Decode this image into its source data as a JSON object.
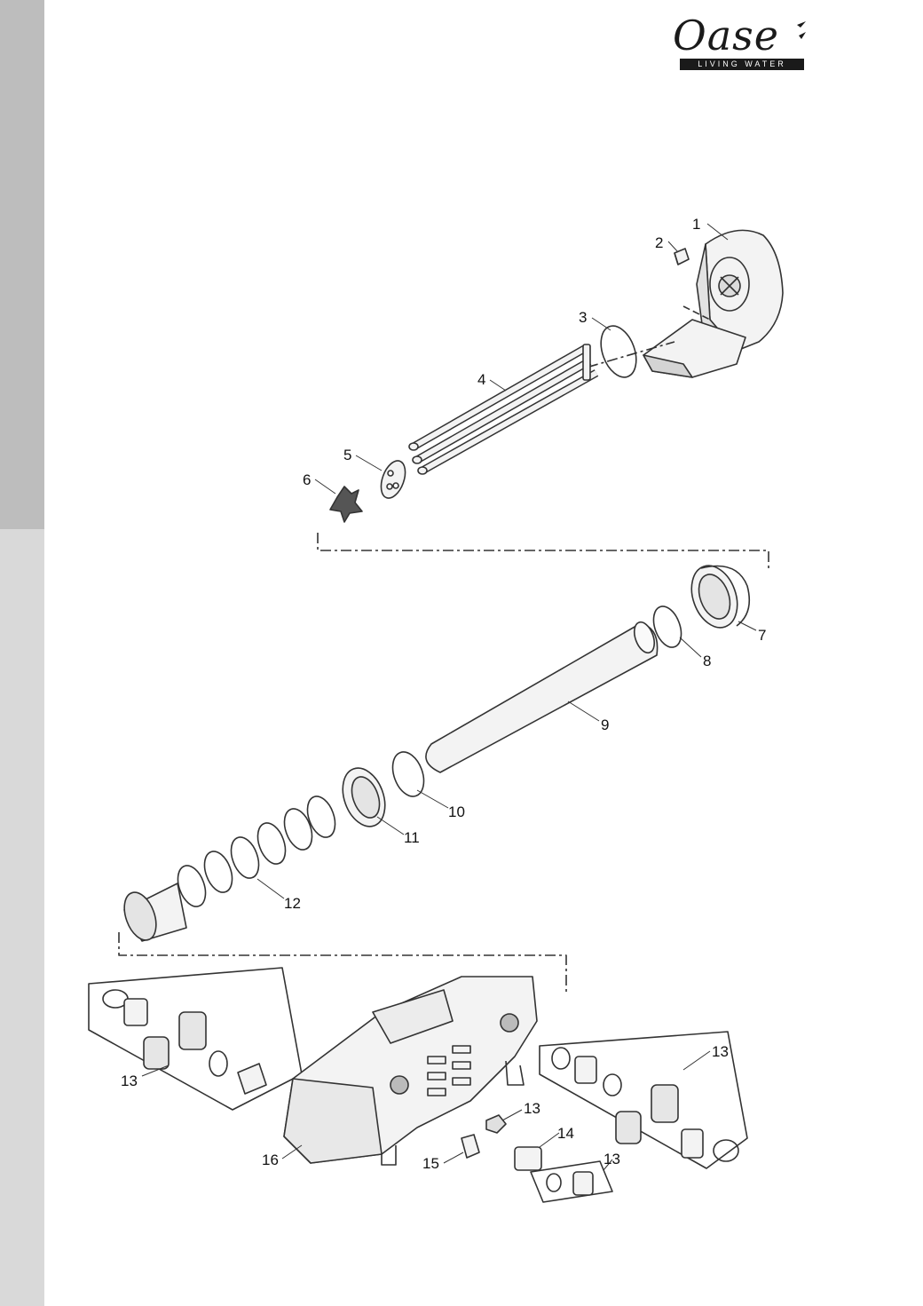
{
  "logo": {
    "brand": "Oase",
    "tagline": "LIVING WATER"
  },
  "parts": [
    {
      "number": "1"
    },
    {
      "number": "2"
    },
    {
      "number": "3"
    },
    {
      "number": "4"
    },
    {
      "number": "5"
    },
    {
      "number": "6"
    },
    {
      "number": "7"
    },
    {
      "number": "8"
    },
    {
      "number": "9"
    },
    {
      "number": "10"
    },
    {
      "number": "11"
    },
    {
      "number": "12"
    },
    {
      "number": "13"
    },
    {
      "number": "13"
    },
    {
      "number": "13"
    },
    {
      "number": "14"
    },
    {
      "number": "15"
    },
    {
      "number": "13"
    },
    {
      "number": "16"
    }
  ],
  "colors": {
    "line": "#333333",
    "fill": "#f3f3f3",
    "shade": "#d4d4d4",
    "tab_dark": "#bdbdbd",
    "tab_light": "#d9d9d9"
  }
}
